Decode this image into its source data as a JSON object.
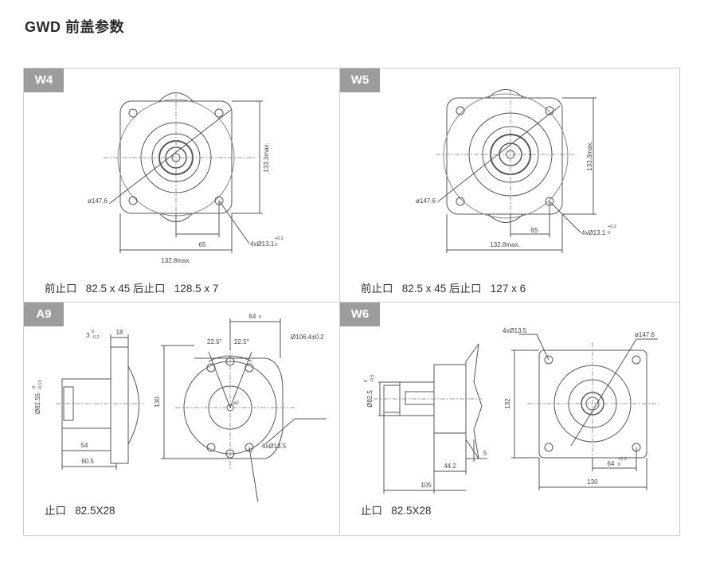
{
  "page_title": "GWD 前盖参数",
  "panels": {
    "w4": {
      "tag": "W4",
      "spec": "前止口   82.5 x 45 后止口   128.5 x 7",
      "dims": {
        "height": "133.3max.",
        "dia": "ø147.6",
        "holes": "4xØ13.1",
        "holes_tol": "+0.2",
        "holes_tol_low": "0",
        "bolt": "65",
        "width": "132.8max."
      }
    },
    "w5": {
      "tag": "W5",
      "spec": "前止口   82.5 x 45 后止口   127 x 6",
      "dims": {
        "height": "133.3max.",
        "dia": "ø147.6",
        "holes": "4xØ13.1",
        "holes_tol": "+0.2",
        "holes_tol_low": "0",
        "bolt": "65",
        "width": "132.8max."
      }
    },
    "a9": {
      "tag": "A9",
      "spec": "止口   82.5X28",
      "dims": {
        "flange": "3",
        "flange_tol": "0",
        "flange_tol_low": "-0.2",
        "thick": "18",
        "pilot": "Ø82.55",
        "pilot_tol": "0",
        "pilot_tol_low": "-0.13",
        "len1": "54",
        "len2": "60.5",
        "height": "130",
        "ang1": "22.5°",
        "ang2": "22.5°",
        "bolt": "64",
        "bolt_tol": "0",
        "dia": "Ø106.4±0.2",
        "holes": "6xØ13.5",
        "r": "ø2"
      }
    },
    "w6": {
      "tag": "W6",
      "spec": "止口   82.5X28",
      "dims": {
        "pilot": "Ø82.5",
        "pilot_tol": "0",
        "pilot_tol_low": "-0.5",
        "holes": "4xØ13.5",
        "dia": "ø147.6",
        "height": "132",
        "gap": "5",
        "len1": "44.2",
        "len2": "105",
        "bolt": "64",
        "bolt_tol": "+0.2",
        "bolt_tol_low": "0",
        "width": "130"
      }
    }
  }
}
